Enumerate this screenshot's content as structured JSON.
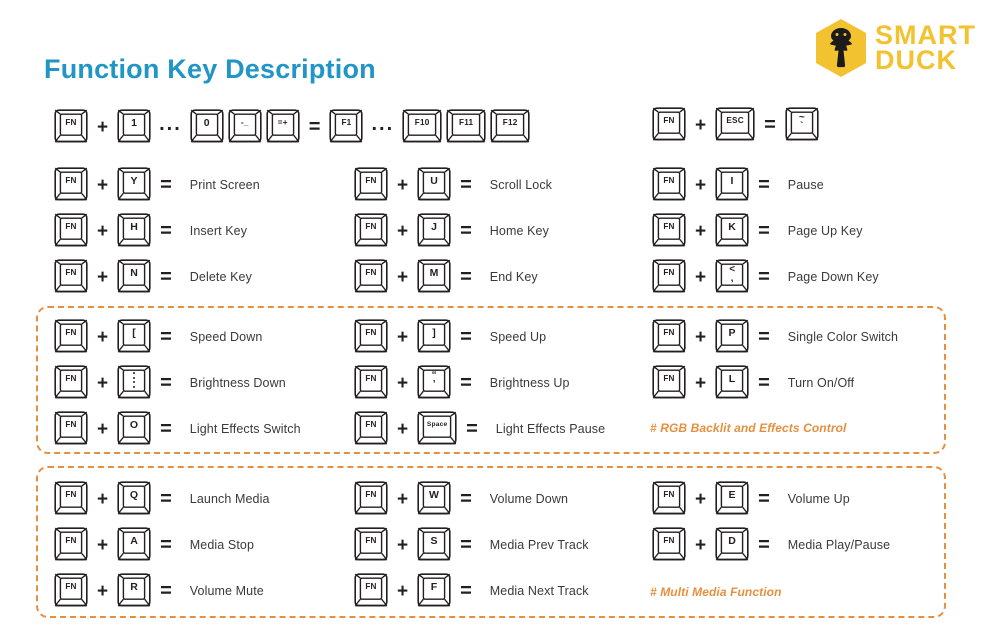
{
  "header": {
    "title": "Function Key Description",
    "title_color": "#2196c6",
    "logo": {
      "name": "smart-duck-logo",
      "line1": "SMART",
      "line2": "DUCK",
      "color": "#f2c230"
    }
  },
  "accent": {
    "orange": "#e5903f",
    "ink": "#231f20"
  },
  "operators": {
    "plus": "+",
    "equals": "=",
    "ellipsis": "..."
  },
  "top_rows": [
    {
      "id": "fn-number-to-f-keys",
      "keys_left": [
        "FN",
        "1",
        "0",
        "-_",
        "=+"
      ],
      "keys_right": [
        "F1",
        "F10",
        "F11",
        "F12"
      ],
      "label": ""
    },
    {
      "id": "fn-esc-tilde",
      "keys": [
        "FN",
        "ESC",
        "~`"
      ],
      "label": ""
    }
  ],
  "block_basic": {
    "columns": [
      [
        {
          "mod": "FN",
          "key": "Y",
          "label": "Print Screen"
        },
        {
          "mod": "FN",
          "key": "H",
          "label": "Insert Key"
        },
        {
          "mod": "FN",
          "key": "N",
          "label": "Delete Key"
        }
      ],
      [
        {
          "mod": "FN",
          "key": "U",
          "label": "Scroll Lock"
        },
        {
          "mod": "FN",
          "key": "J",
          "label": "Home Key"
        },
        {
          "mod": "FN",
          "key": "M",
          "label": "End Key"
        }
      ],
      [
        {
          "mod": "FN",
          "key": "I",
          "label": "Pause"
        },
        {
          "mod": "FN",
          "key": "K",
          "label": "Page Up Key"
        },
        {
          "mod": "FN",
          "key": "<,",
          "label": "Page Down Key"
        }
      ]
    ]
  },
  "block_rgb": {
    "note": "# RGB Backlit and Effects Control",
    "columns": [
      [
        {
          "mod": "FN",
          "key": "[",
          "label": "Speed Down"
        },
        {
          "mod": "FN",
          "key": ":;",
          "label": "Brightness Down"
        },
        {
          "mod": "FN",
          "key": "O",
          "label": "Light Effects Switch"
        }
      ],
      [
        {
          "mod": "FN",
          "key": "]",
          "label": "Speed Up"
        },
        {
          "mod": "FN",
          "key": "\"'",
          "label": "Brightness Up"
        },
        {
          "mod": "FN",
          "key": "Space",
          "label": "Light Effects Pause"
        }
      ],
      [
        {
          "mod": "FN",
          "key": "P",
          "label": "Single Color Switch"
        },
        {
          "mod": "FN",
          "key": "L",
          "label": "Turn On/Off"
        }
      ]
    ]
  },
  "block_media": {
    "note": "# Multi Media Function",
    "columns": [
      [
        {
          "mod": "FN",
          "key": "Q",
          "label": "Launch Media"
        },
        {
          "mod": "FN",
          "key": "A",
          "label": "Media Stop"
        },
        {
          "mod": "FN",
          "key": "R",
          "label": "Volume Mute"
        }
      ],
      [
        {
          "mod": "FN",
          "key": "W",
          "label": "Volume Down"
        },
        {
          "mod": "FN",
          "key": "S",
          "label": "Media Prev Track"
        },
        {
          "mod": "FN",
          "key": "F",
          "label": "Media Next Track"
        }
      ],
      [
        {
          "mod": "FN",
          "key": "E",
          "label": "Volume Up"
        },
        {
          "mod": "FN",
          "key": "D",
          "label": "Media Play/Pause"
        }
      ]
    ]
  }
}
